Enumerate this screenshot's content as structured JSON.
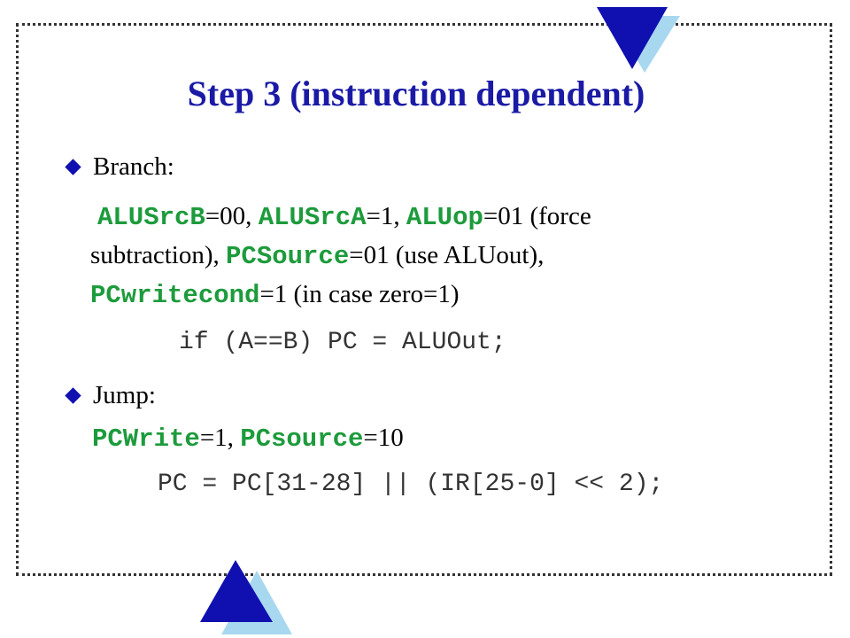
{
  "slide": {
    "title": "Step 3 (instruction dependent)",
    "branch": {
      "heading": "Branch:",
      "assignments": [
        {
          "signal": "ALUSrcB",
          "value": "=00, "
        },
        {
          "signal": "ALUSrcA",
          "value": "=1, "
        },
        {
          "signal": "ALUop",
          "value": "=01 (force"
        }
      ],
      "line2_text": "subtraction), ",
      "line2_signal": "PCSource",
      "line2_value": "=01 (use ALUout),",
      "line3_signal": "PCwritecond",
      "line3_value": "=1 (in case zero=1)",
      "code": "if (A==B) PC = ALUOut;"
    },
    "jump": {
      "heading": "Jump:",
      "assignments": [
        {
          "signal": "PCWrite",
          "value": "=1, "
        },
        {
          "signal": "PCsource",
          "value": "=10"
        }
      ],
      "code": "PC = PC[31-28] || (IR[25-0] << 2);"
    },
    "colors": {
      "title": "#1a1aa6",
      "signal": "#1d9b3c",
      "triangle_front": "#1010b0",
      "triangle_shadow": "#a8d8f0"
    }
  }
}
